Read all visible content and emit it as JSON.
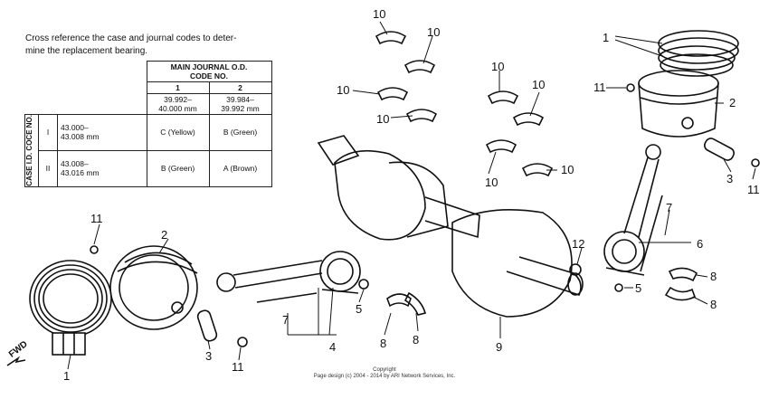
{
  "note": {
    "line1": "Cross reference the case and journal codes to deter-",
    "line2": "mine the replacement bearing."
  },
  "table": {
    "col_header_line1": "MAIN JOURNAL O.D.",
    "col_header_line2": "CODE NO.",
    "col1": "1",
    "col2": "2",
    "col1_range_a": "39.992–",
    "col1_range_b": "40.000 mm",
    "col2_range_a": "39.984–",
    "col2_range_b": "39.992 mm",
    "row_header": "CASE I.D. COCE NO.",
    "row1_code": "I",
    "row1_range_a": "43.000–",
    "row1_range_b": "43.008 mm",
    "row1_c1": "C (Yellow)",
    "row1_c2": "B (Green)",
    "row2_code": "II",
    "row2_range_a": "43.008–",
    "row2_range_b": "43.016 mm",
    "row2_c1": "B (Green)",
    "row2_c2": "A (Brown)"
  },
  "callouts": {
    "n1": "1",
    "n2": "2",
    "n3": "3",
    "n4": "4",
    "n5": "5",
    "n6": "6",
    "n7": "7",
    "n8": "8",
    "n9": "9",
    "n10": "10",
    "n11": "11",
    "n12": "12"
  },
  "fwd": "FWD",
  "copyright_line1": "Copyright",
  "copyright_line2": "Page design (c) 2004 - 2014 by ARI Network Services, Inc."
}
